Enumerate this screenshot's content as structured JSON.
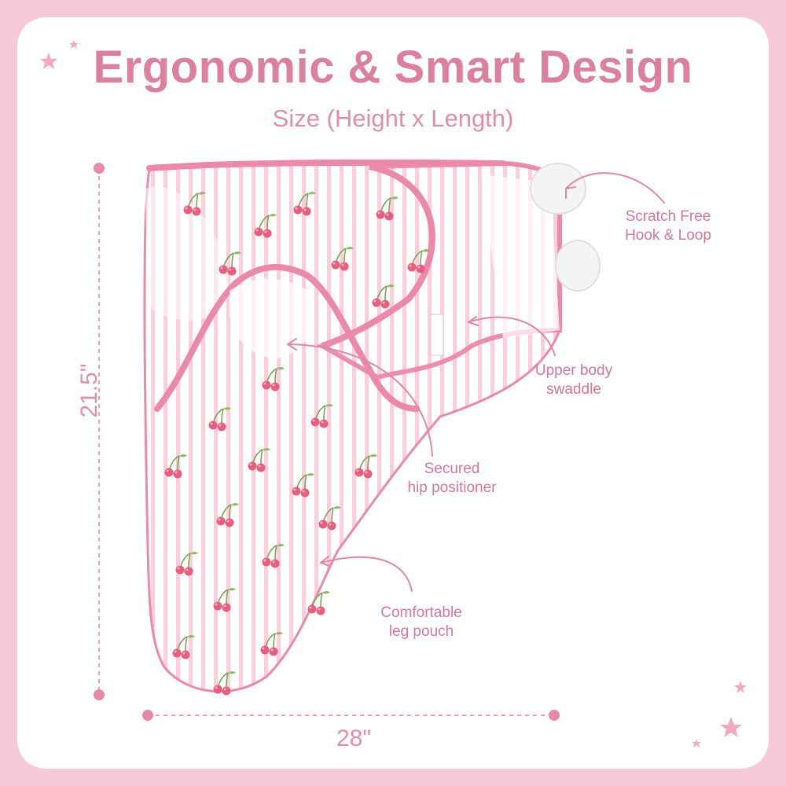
{
  "title": "Ergonomic & Smart Design",
  "subtitle": "Size (Height x Length)",
  "dimensions": {
    "height": "21.5\"",
    "length": "28\""
  },
  "labels": {
    "scratch_free": [
      "Scratch Free",
      "Hook & Loop"
    ],
    "upper_body": [
      "Upper body",
      "swaddle"
    ],
    "hip": [
      "Secured",
      "hip positioner"
    ],
    "leg": [
      "Comfortable",
      "leg pouch"
    ]
  },
  "colors": {
    "background": "#f6c9d6",
    "accent": "#db819f",
    "trim": "#ea8aa8",
    "cherry": "#e6607e"
  },
  "decorations": [
    "star-icon",
    "cherry-icon"
  ]
}
